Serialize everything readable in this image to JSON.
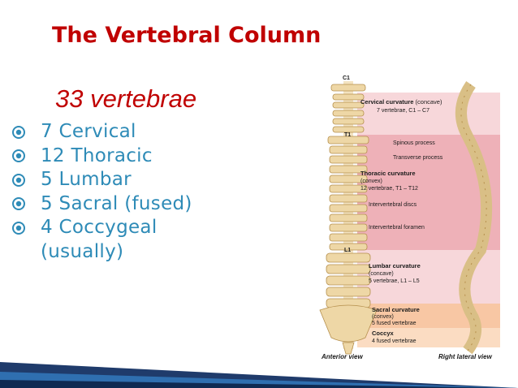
{
  "slide": {
    "title": "The Vertebral Column",
    "subtitle": "33 vertebrae",
    "bullets": [
      "7 Cervical",
      "12 Thoracic",
      "5 Lumbar",
      "5 Sacral (fused)",
      "4 Coccygeal\n(usually)"
    ]
  },
  "figure": {
    "top_label": "C1",
    "regions": [
      {
        "heading": "Cervical curvature",
        "note": "(concave)",
        "detail": "7 vertebrae, C1 – C7",
        "color": "#f7d7da"
      },
      {
        "heading": "Thoracic curvature",
        "note": "(convex)",
        "detail": "12 vertebrae, T1 – T12",
        "color": "#eeb1b8"
      },
      {
        "heading": "Lumbar curvature",
        "note": "(concave)",
        "detail": "5 vertebrae, L1 – L5",
        "color": "#f7d7da"
      },
      {
        "heading": "Sacral curvature",
        "note": "(convex)",
        "detail": "5 fused vertebrae",
        "color": "#f8c7a4"
      },
      {
        "heading": "Coccyx",
        "note": "",
        "detail": "4 fused vertebrae",
        "color": "#fbdcc2"
      }
    ],
    "callouts": [
      "Spinous process",
      "Transverse process",
      "Intervertebral discs",
      "Intervertebral foramen"
    ],
    "marker_labels": [
      "T1",
      "L1"
    ],
    "left_caption": "Anterior view",
    "right_caption": "Right lateral view"
  },
  "colors": {
    "title": "#c00000",
    "bullet_text": "#2e8bb7",
    "bullet_icon": "#2e8bb7"
  }
}
